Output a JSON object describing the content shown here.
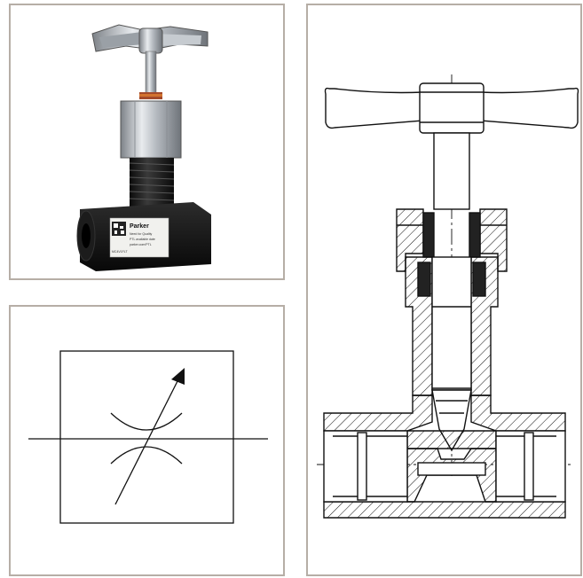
{
  "photo": {
    "brand_label": "Parker",
    "label_lines": [
      "Need for Quality",
      "PTL available date",
      "parker.com/PTL"
    ],
    "code_label": "MC4V1FLT",
    "icons": [
      "qr-code-icon",
      "valve-handle-icon"
    ]
  },
  "symbol": {
    "description_icon": "adjustable-throttle-symbol"
  },
  "section": {
    "description_icon": "needle-valve-cross-section"
  },
  "colors": {
    "panel_border": "#b6aea6",
    "line": "#111111",
    "metal": "#c9cdd2",
    "body": "#151515"
  }
}
